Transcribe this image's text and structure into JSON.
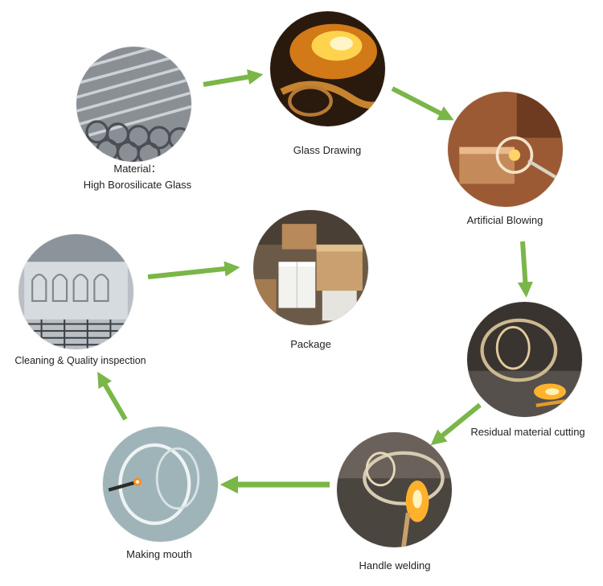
{
  "colors": {
    "arrow": "#7ab648",
    "text": "#222222"
  },
  "steps": [
    {
      "id": "material",
      "line1": "Material：",
      "line2": "High Borosilicate Glass",
      "icon": "glass-tubes-photo"
    },
    {
      "id": "glass-drawing",
      "label": "Glass Drawing",
      "icon": "flame-drawing-photo"
    },
    {
      "id": "artificial-blowing",
      "label": "Artificial Blowing",
      "icon": "glass-blowing-photo"
    },
    {
      "id": "residual-material-cutting",
      "label": "Residual material cutting",
      "icon": "glass-cutting-photo"
    },
    {
      "id": "handle-welding",
      "label": "Handle welding",
      "icon": "handle-welding-photo"
    },
    {
      "id": "making-mouth",
      "label": "Making mouth",
      "icon": "mouth-making-photo"
    },
    {
      "id": "cleaning-quality-inspection",
      "label": "Cleaning & Quality inspection",
      "icon": "cleaning-machine-photo"
    },
    {
      "id": "package",
      "label": "Package",
      "icon": "carton-boxes-photo"
    }
  ]
}
